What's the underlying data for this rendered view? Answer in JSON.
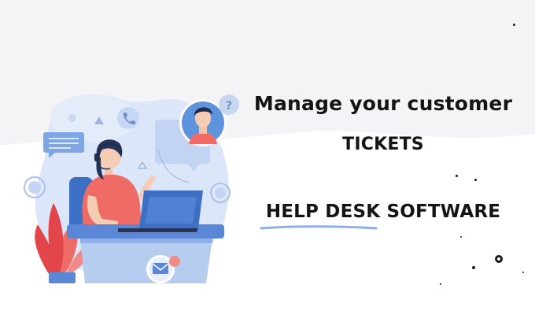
{
  "headline": {
    "line1": "Manage your customer",
    "line2": "TICKETS",
    "line3": "HELP DESK SOFTWARE"
  },
  "colors": {
    "top_band": "#f4f4f6",
    "text": "#141414",
    "accent_blue": "#6f9de0",
    "blob_light": "#d7e3f7",
    "shirt_coral": "#ef6b66",
    "plant_red": "#e2454a"
  },
  "icons": [
    "phone-icon",
    "question-icon",
    "mail-icon",
    "chat-bubble-icon",
    "headset-icon"
  ]
}
